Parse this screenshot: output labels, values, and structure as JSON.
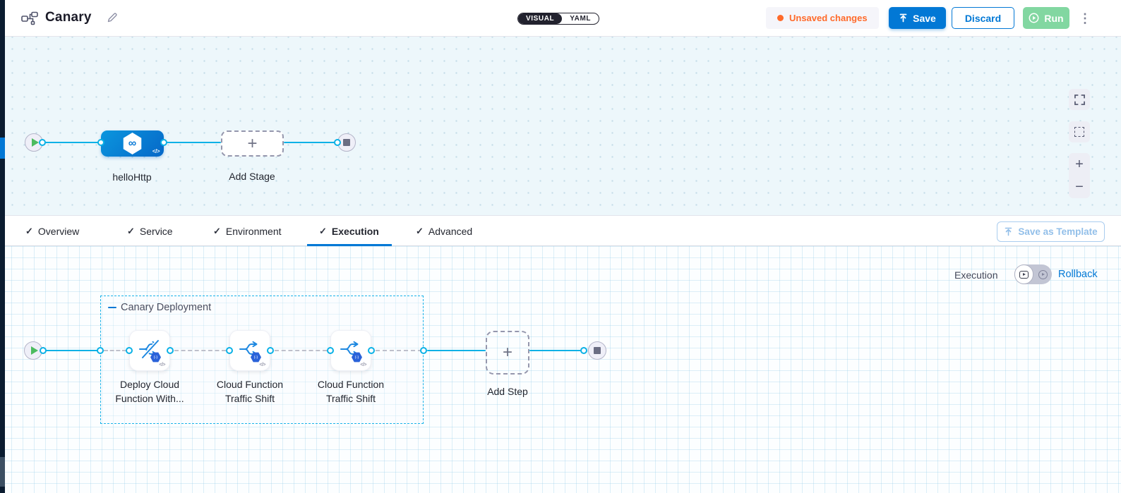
{
  "header": {
    "title": "Canary",
    "mode_toggle": {
      "visual_label": "VISUAL",
      "yaml_label": "YAML"
    },
    "unsaved_badge": "Unsaved changes",
    "save_label": "Save",
    "discard_label": "Discard",
    "run_label": "Run"
  },
  "stage_canvas": {
    "stage_label": "helloHttp",
    "add_stage_label": "Add Stage"
  },
  "tab_bar": {
    "tabs": [
      {
        "label": "Overview"
      },
      {
        "label": "Service"
      },
      {
        "label": "Environment"
      },
      {
        "label": "Execution"
      },
      {
        "label": "Advanced"
      }
    ],
    "active_tab": "Execution",
    "save_as_template_label": "Save as Template"
  },
  "execution_canvas": {
    "mode_label": "Execution",
    "rollback_label": "Rollback",
    "group": {
      "label": "Canary Deployment",
      "steps": [
        {
          "line1": "Deploy Cloud",
          "line2": "Function With..."
        },
        {
          "line1": "Cloud Function",
          "line2": "Traffic Shift"
        },
        {
          "line1": "Cloud Function",
          "line2": "Traffic Shift"
        }
      ]
    },
    "add_step_label": "Add Step"
  },
  "icons": {
    "plus": "+",
    "minus": "−",
    "kebab": "⋮",
    "check": "✓",
    "infinity": "∞",
    "code": "</>",
    "fn_badge": "(-)"
  },
  "colors": {
    "primary_blue": "#0278D5",
    "connector_cyan": "#0AB1E6",
    "unsaved_orange": "#FF6A2A",
    "run_green": "#82D7A1",
    "canvas_blue_bg": "#EDF7FB"
  }
}
